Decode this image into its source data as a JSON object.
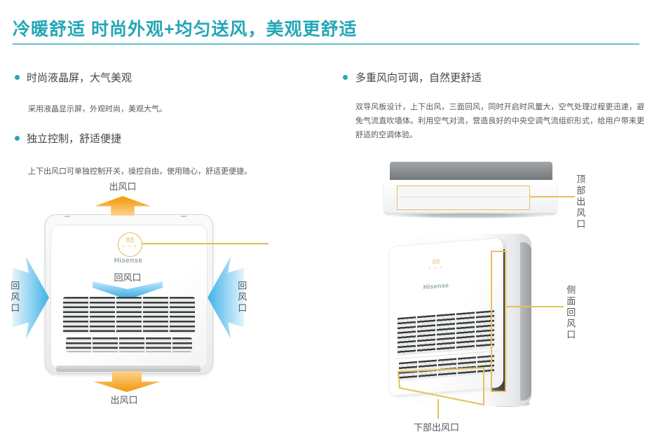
{
  "header": {
    "title": "冷暖舒适 时尚外观+均匀送风，美观更舒适"
  },
  "features": [
    {
      "title": "时尚液晶屏，大气美观",
      "desc": "采用液晶显示屏，外观时尚，美观大气。"
    },
    {
      "title": "独立控制，舒适便捷",
      "desc": "上下出风口可单独控制开关，操控自由，使用随心，舒适更便捷。"
    },
    {
      "title": "多重风向可调，自然更舒适",
      "desc": "双导风板设计，上下出风，三面回风，同时开启时风量大，空气处理过程更迅速，避免气流直吹墙体。利用空气对流，营造良好的中央空调气流组织形式，给用户带来更舒适的空调体验。"
    }
  ],
  "front_view": {
    "brand": "Hisense",
    "display_value": "88",
    "display_icons": "o o o",
    "top_outlet_label": "出风口",
    "front_return_label": "回风口",
    "left_return_label": "回风口",
    "right_return_label": "回风口",
    "bottom_outlet_label": "出风口"
  },
  "top_view": {
    "outlet_label": "顶部出风口"
  },
  "side_view": {
    "brand": "Hisense",
    "display_value": "88",
    "display_icons": "o o o",
    "side_return_label": "侧面回风口",
    "bottom_outlet_label": "下部出风口"
  },
  "colors": {
    "accent_teal": "#23A7B7",
    "annotation_yellow": "#E6C05E",
    "airflow_orange": "#F5A01B",
    "airflow_blue": "#3FB2E8",
    "heading_text": "#454545",
    "body_text": "#595757"
  }
}
